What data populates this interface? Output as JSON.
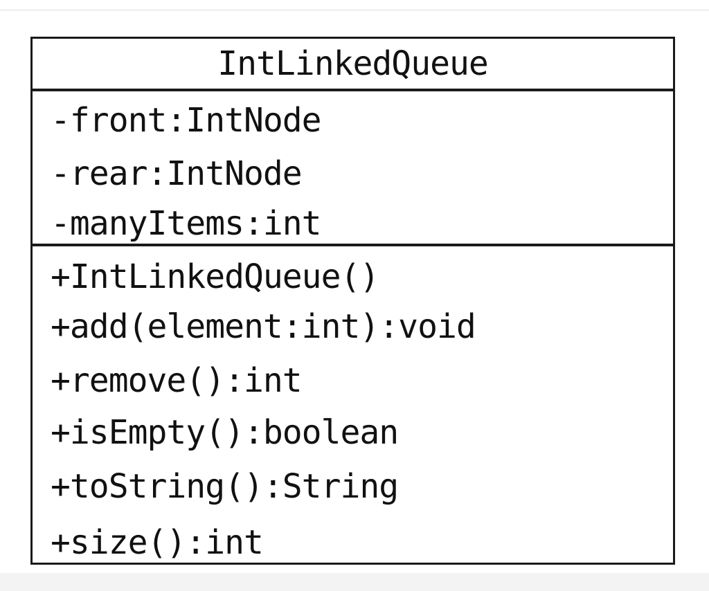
{
  "uml_class": {
    "name": "IntLinkedQueue",
    "attributes": [
      "-front:IntNode",
      "-rear:IntNode",
      "-manyItems:int"
    ],
    "operations": [
      "+IntLinkedQueue()",
      "+add(element:int):void",
      "+remove():int",
      "+isEmpty():boolean",
      "+toString():String",
      "+size():int"
    ]
  }
}
